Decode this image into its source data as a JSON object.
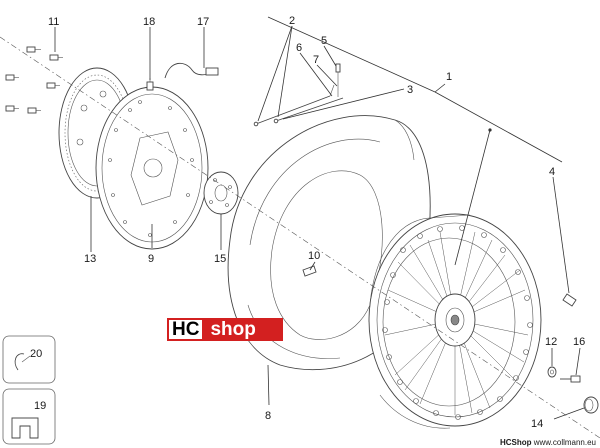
{
  "callouts": {
    "c1": "1",
    "c2": "2",
    "c3": "3",
    "c4": "4",
    "c5": "5",
    "c6": "6",
    "c7": "7",
    "c8": "8",
    "c9": "9",
    "c10": "10",
    "c11": "11",
    "c12": "12",
    "c13": "13",
    "c14": "14",
    "c15": "15",
    "c16": "16",
    "c17": "17",
    "c18": "18",
    "c19": "19",
    "c20": "20"
  },
  "logo": {
    "left": "HC",
    "right": "shop"
  },
  "footer": {
    "brand": "HCShop",
    "site": "www.collmann.eu"
  },
  "colors": {
    "logo_red": "#d32020",
    "line": "#333333"
  }
}
